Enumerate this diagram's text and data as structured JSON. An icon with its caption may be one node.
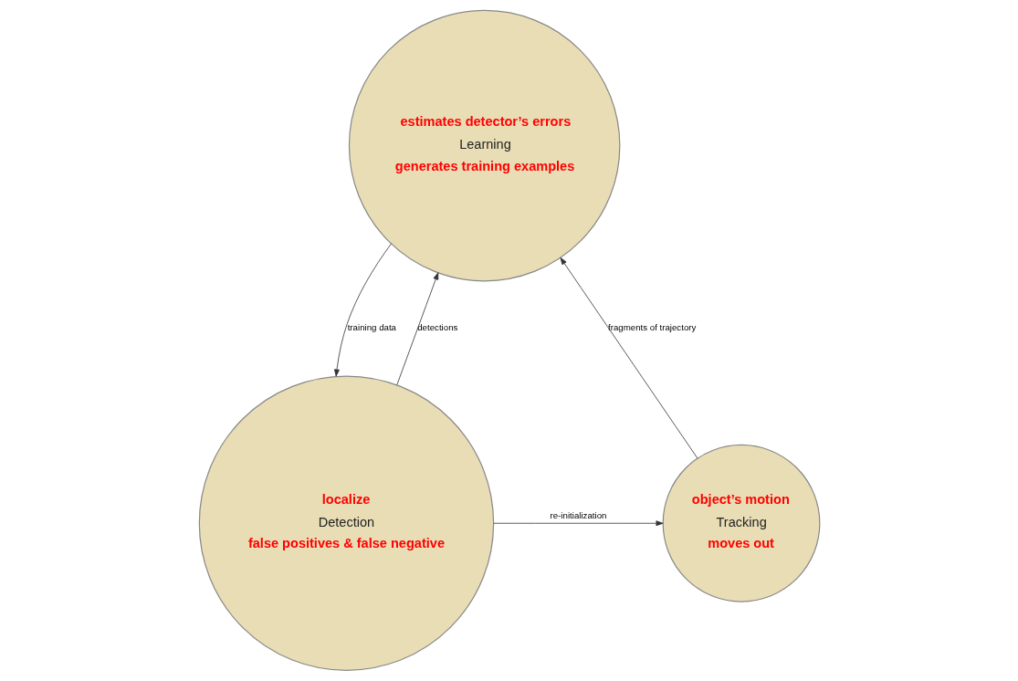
{
  "diagram": {
    "nodes": [
      {
        "text": [
          "estimates detector’s errors",
          "Learning",
          "generates training examples"
        ]
      },
      {
        "text": [
          "object’s motion",
          "Tracking",
          "moves out"
        ]
      },
      {
        "text": [
          "localize",
          "Detection",
          "false positives & false negative"
        ]
      }
    ],
    "edges": [
      {
        "from": 1,
        "to": 0,
        "arrow": "to",
        "label": "fragments of trajectory"
      },
      {
        "from": 2,
        "to": 0,
        "arrow": "to",
        "label": "detections"
      },
      {
        "from": 0,
        "to": 2,
        "arrow": "to",
        "label": "training data"
      },
      {
        "from": 2,
        "to": 1,
        "arrow": "to",
        "label": "re-initialization"
      }
    ]
  }
}
